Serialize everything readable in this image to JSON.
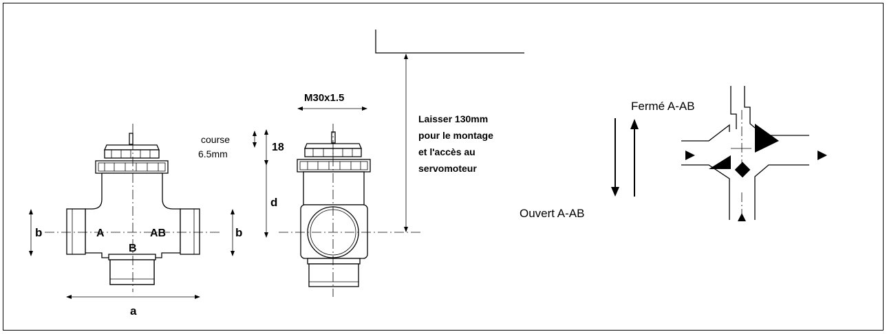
{
  "front_view": {
    "port_a": "A",
    "port_ab": "AB",
    "port_b": "B",
    "dim_b_left": "b",
    "dim_b_right": "b",
    "dim_a": "a"
  },
  "side_view": {
    "thread": "M30x1.5",
    "stroke_label_line1": "course",
    "stroke_label_line2": "6.5mm",
    "stroke_dim": "18",
    "height_dim": "d",
    "clearance_line1": "Laisser 130mm",
    "clearance_line2": "pour le montage",
    "clearance_line3": "et l'accès au",
    "clearance_line4": "servomoteur"
  },
  "flow_schematic": {
    "closed_label": "Fermé A-AB",
    "open_label": "Ouvert A-AB"
  }
}
